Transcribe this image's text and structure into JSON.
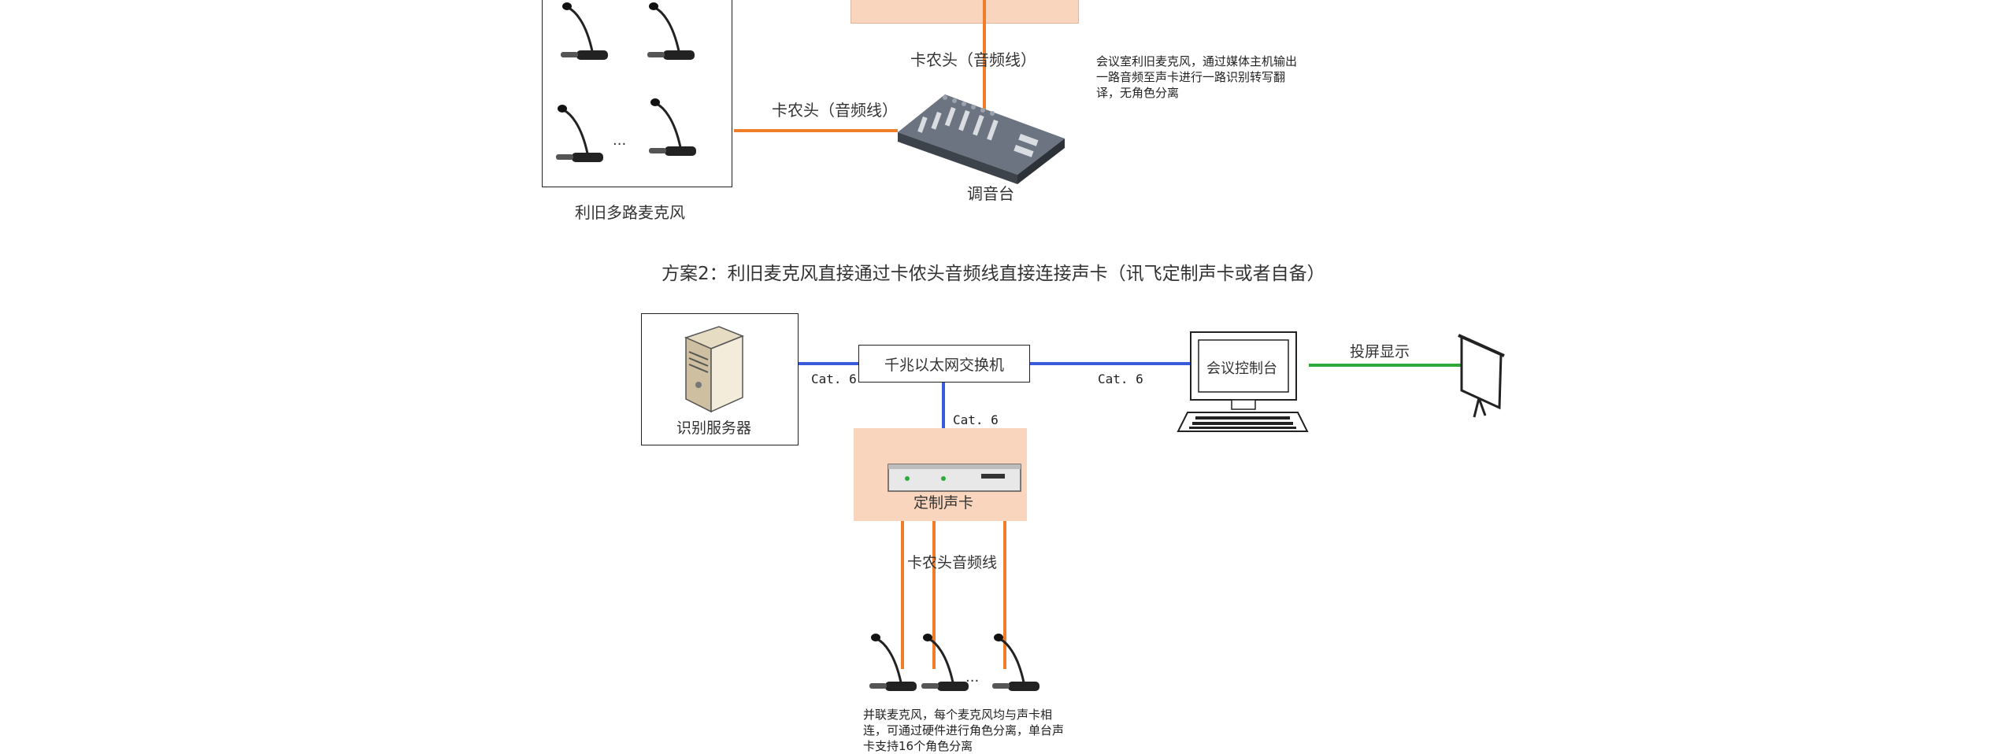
{
  "top": {
    "cannon_label_upper": "卡农头（音频线）",
    "cannon_label_left": "卡农头（音频线）",
    "mixer_label": "调音台",
    "mic_group_label": "利旧多路麦克风",
    "mic_ellipsis": "...",
    "note_lines": [
      "会议室利旧麦克风，通过媒体主机输出",
      "一路音频至声卡进行一路识别转写翻",
      "译，无角色分离"
    ]
  },
  "scheme2_title": "方案2：利旧麦克风直接通过卡侬头音频线直接连接声卡（讯飞定制声卡或者自备）",
  "bottom": {
    "server_label": "识别服务器",
    "switch_label": "千兆以太网交换机",
    "console_label": "会议控制台",
    "projection_label": "投屏显示",
    "cat6_left": "Cat. 6",
    "cat6_right": "Cat. 6",
    "cat6_down": "Cat. 6",
    "soundcard_label": "定制声卡",
    "cannon_label": "卡农头音频线",
    "mic_ellipsis": "...",
    "note_lines": [
      "并联麦克风，每个麦克风均与声卡相",
      "连，可通过硬件进行角色分离，单台声",
      "卡支持16个角色分离"
    ]
  },
  "colors": {
    "orange_line": "#ef7d2a",
    "blue_line": "#3a5bd9",
    "green_line": "#2eaa3a",
    "peach_fill": "#f9d5bd"
  }
}
